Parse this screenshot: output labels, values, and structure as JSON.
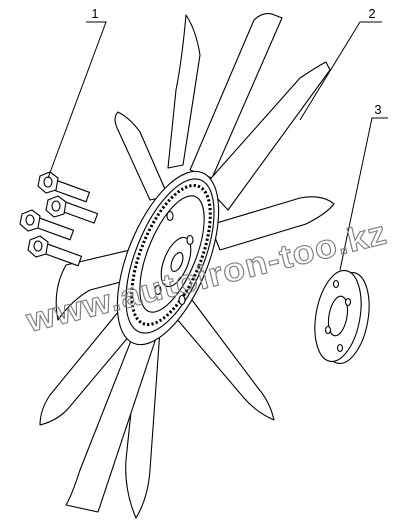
{
  "callouts": [
    {
      "number": "1"
    },
    {
      "number": "2"
    },
    {
      "number": "3"
    }
  ],
  "watermark": {
    "text": "www.autoiron-too.kz"
  },
  "colors": {
    "line": "#000000",
    "watermark": "#7f7f7f",
    "background": "#ffffff"
  }
}
